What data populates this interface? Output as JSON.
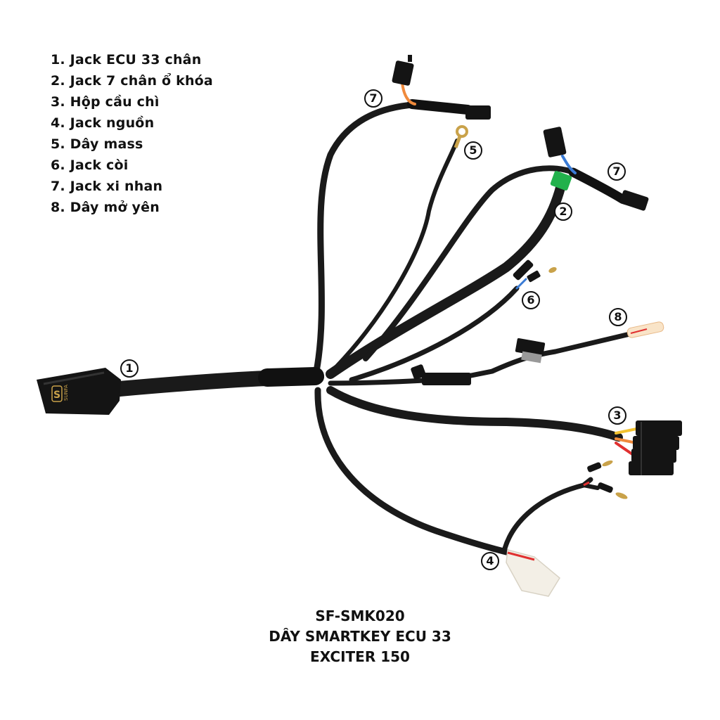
{
  "legend": {
    "items": [
      {
        "number": 1,
        "text": "1. Jack ECU 33 chân"
      },
      {
        "number": 2,
        "text": "2. Jack 7 chân ổ khóa"
      },
      {
        "number": 3,
        "text": "3. Hộp cầu chì"
      },
      {
        "number": 4,
        "text": "4. Jack nguồn"
      },
      {
        "number": 5,
        "text": "5. Dây mass"
      },
      {
        "number": 6,
        "text": "6. Jack còi"
      },
      {
        "number": 7,
        "text": "7. Jack xi nhan"
      },
      {
        "number": 8,
        "text": "8. Dây mở yên"
      }
    ]
  },
  "markers": {
    "m1": "1",
    "m2": "2",
    "m3": "3",
    "m4": "4",
    "m5": "5",
    "m6": "6",
    "m7a": "7",
    "m7b": "7",
    "m8": "8"
  },
  "ecu_plug": {
    "brand_mark": "S",
    "brand_name": "SUNFA"
  },
  "caption": {
    "code": "SF-SMK020",
    "title": "DÂY SMARTKEY ECU 33",
    "model": "EXCITER 150"
  },
  "colors": {
    "cable": "#1a1a1a",
    "tag_green": "#22b14c",
    "wire_blue": "#3a7bd5",
    "wire_orange": "#f08a3c",
    "wire_red": "#e03030",
    "wire_yellow": "#f2c230",
    "terminal_brass": "#c9a24a"
  }
}
